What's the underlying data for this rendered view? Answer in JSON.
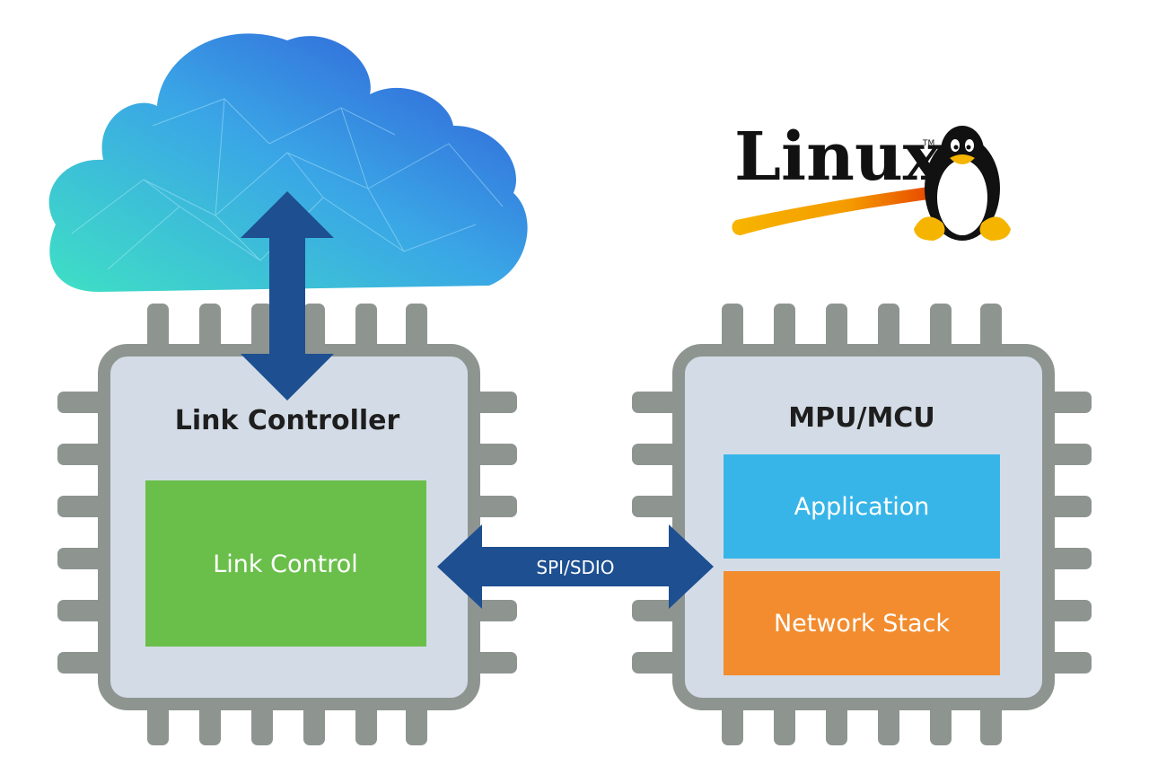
{
  "logo": {
    "text": "Linux",
    "trademark": "TM"
  },
  "link_chip": {
    "title": "Link Controller",
    "blocks": [
      {
        "label": "Link Control",
        "color": "#6abf4b"
      }
    ]
  },
  "mcu_chip": {
    "title": "MPU/MCU",
    "blocks": [
      {
        "label": "Application",
        "color": "#38b5e8"
      },
      {
        "label": "Network Stack",
        "color": "#f28c2f"
      }
    ]
  },
  "bus": {
    "label": "SPI/SDIO",
    "color": "#1d4f91"
  },
  "colors": {
    "chip_body": "#d3dce6",
    "chip_border": "#8e9591",
    "pins": "#8e9591",
    "cloud_light": "#3fd8c8",
    "cloud_dark": "#2f5fd8"
  }
}
